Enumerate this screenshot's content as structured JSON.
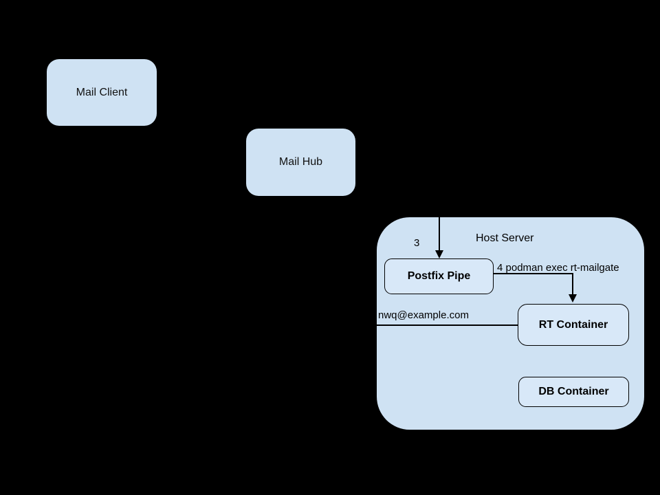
{
  "diagram": {
    "background_color": "#000000",
    "node_fill_color": "#cfe2f3",
    "inner_node_fill_color": "#d8e8f8",
    "line_color": "#000000",
    "text_color": "#000000",
    "nodes": {
      "mail_client": {
        "label": "Mail Client"
      },
      "mail_hub": {
        "label": "Mail Hub"
      },
      "host_server": {
        "label": "Host Server"
      },
      "postfix_pipe": {
        "label": "Postfix Pipe"
      },
      "rt_container": {
        "label": "RT Container"
      },
      "db_container": {
        "label": "DB Container"
      }
    },
    "annotations": {
      "step3": "3",
      "step4": "4 podman exec rt-mailgate",
      "recipient": "nwq@example.com"
    },
    "edges": [
      {
        "to": "postfix_pipe",
        "direction": "down-into-top",
        "label": "3"
      },
      {
        "from": "postfix_pipe",
        "to": "rt_container",
        "direction": "right-then-down",
        "label": "4 podman exec rt-mailgate"
      },
      {
        "to": "rt_container",
        "direction": "left-edge-horizontal",
        "label": "nwq@example.com"
      }
    ]
  }
}
